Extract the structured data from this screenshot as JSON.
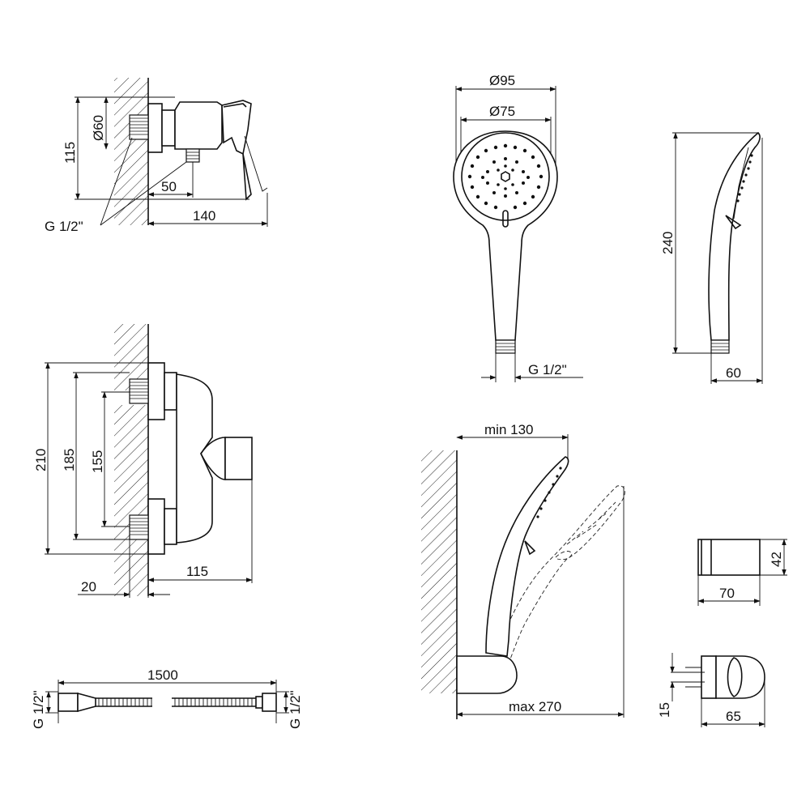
{
  "title": "",
  "labels": {
    "mixer_thread": "G 1/2\"",
    "mixer_dia": "Ø60",
    "mixer_height": "115",
    "mixer_outlet_offset": "50",
    "mixer_depth": "140",
    "front_total": "210",
    "front_mid": "185",
    "front_inner": "155",
    "front_depth": "115",
    "front_wall": "20",
    "head_outer_dia": "Ø95",
    "head_inner_dia": "Ø75",
    "head_thread": "G 1/2\"",
    "head_length": "240",
    "head_width": "60",
    "hose_length": "1500",
    "hose_thread_left": "G 1/2\"",
    "hose_thread_right": "G 1/2\"",
    "holder_min": "min 130",
    "holder_max": "max 270",
    "bracket_height": "42",
    "bracket_width": "70",
    "wall_holder_offset": "15",
    "wall_holder_depth": "65"
  }
}
